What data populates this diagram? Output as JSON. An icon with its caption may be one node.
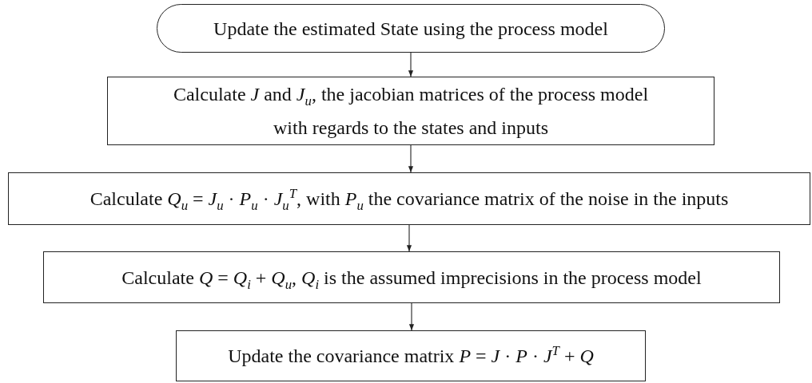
{
  "diagram": {
    "nodes": [
      {
        "text": [
          "Update the estimated State using the process model"
        ]
      },
      {
        "text": [
          "Calculate *J* and *J*$_{u}$, the jacobian matrices of the process model with regards to the states and inputs"
        ]
      },
      {
        "text": [
          "Calculate *Q*$_{u}$ = *J*$_{u}$ · *P*$_{u}$ · *J*$_{u}$$^{T}$, with *P*$_{u}$ the covariance matrix of the noise in the inputs"
        ]
      },
      {
        "text": [
          "Calculate *Q* = *Q*$_{i}$ + *Q*$_{u}$, *Q*$_{i}$ is the assumed imprecisions in the process model"
        ]
      },
      {
        "text": [
          "Update the covariance matrix *P* = *J* · *P* · *J*$^{T}$ + *Q*"
        ]
      }
    ],
    "edges": [
      {
        "from": 0,
        "to": 1,
        "arrow": "to"
      },
      {
        "from": 1,
        "to": 2,
        "arrow": "to"
      },
      {
        "from": 2,
        "to": 3,
        "arrow": "to"
      },
      {
        "from": 3,
        "to": 4,
        "arrow": "to"
      }
    ]
  }
}
